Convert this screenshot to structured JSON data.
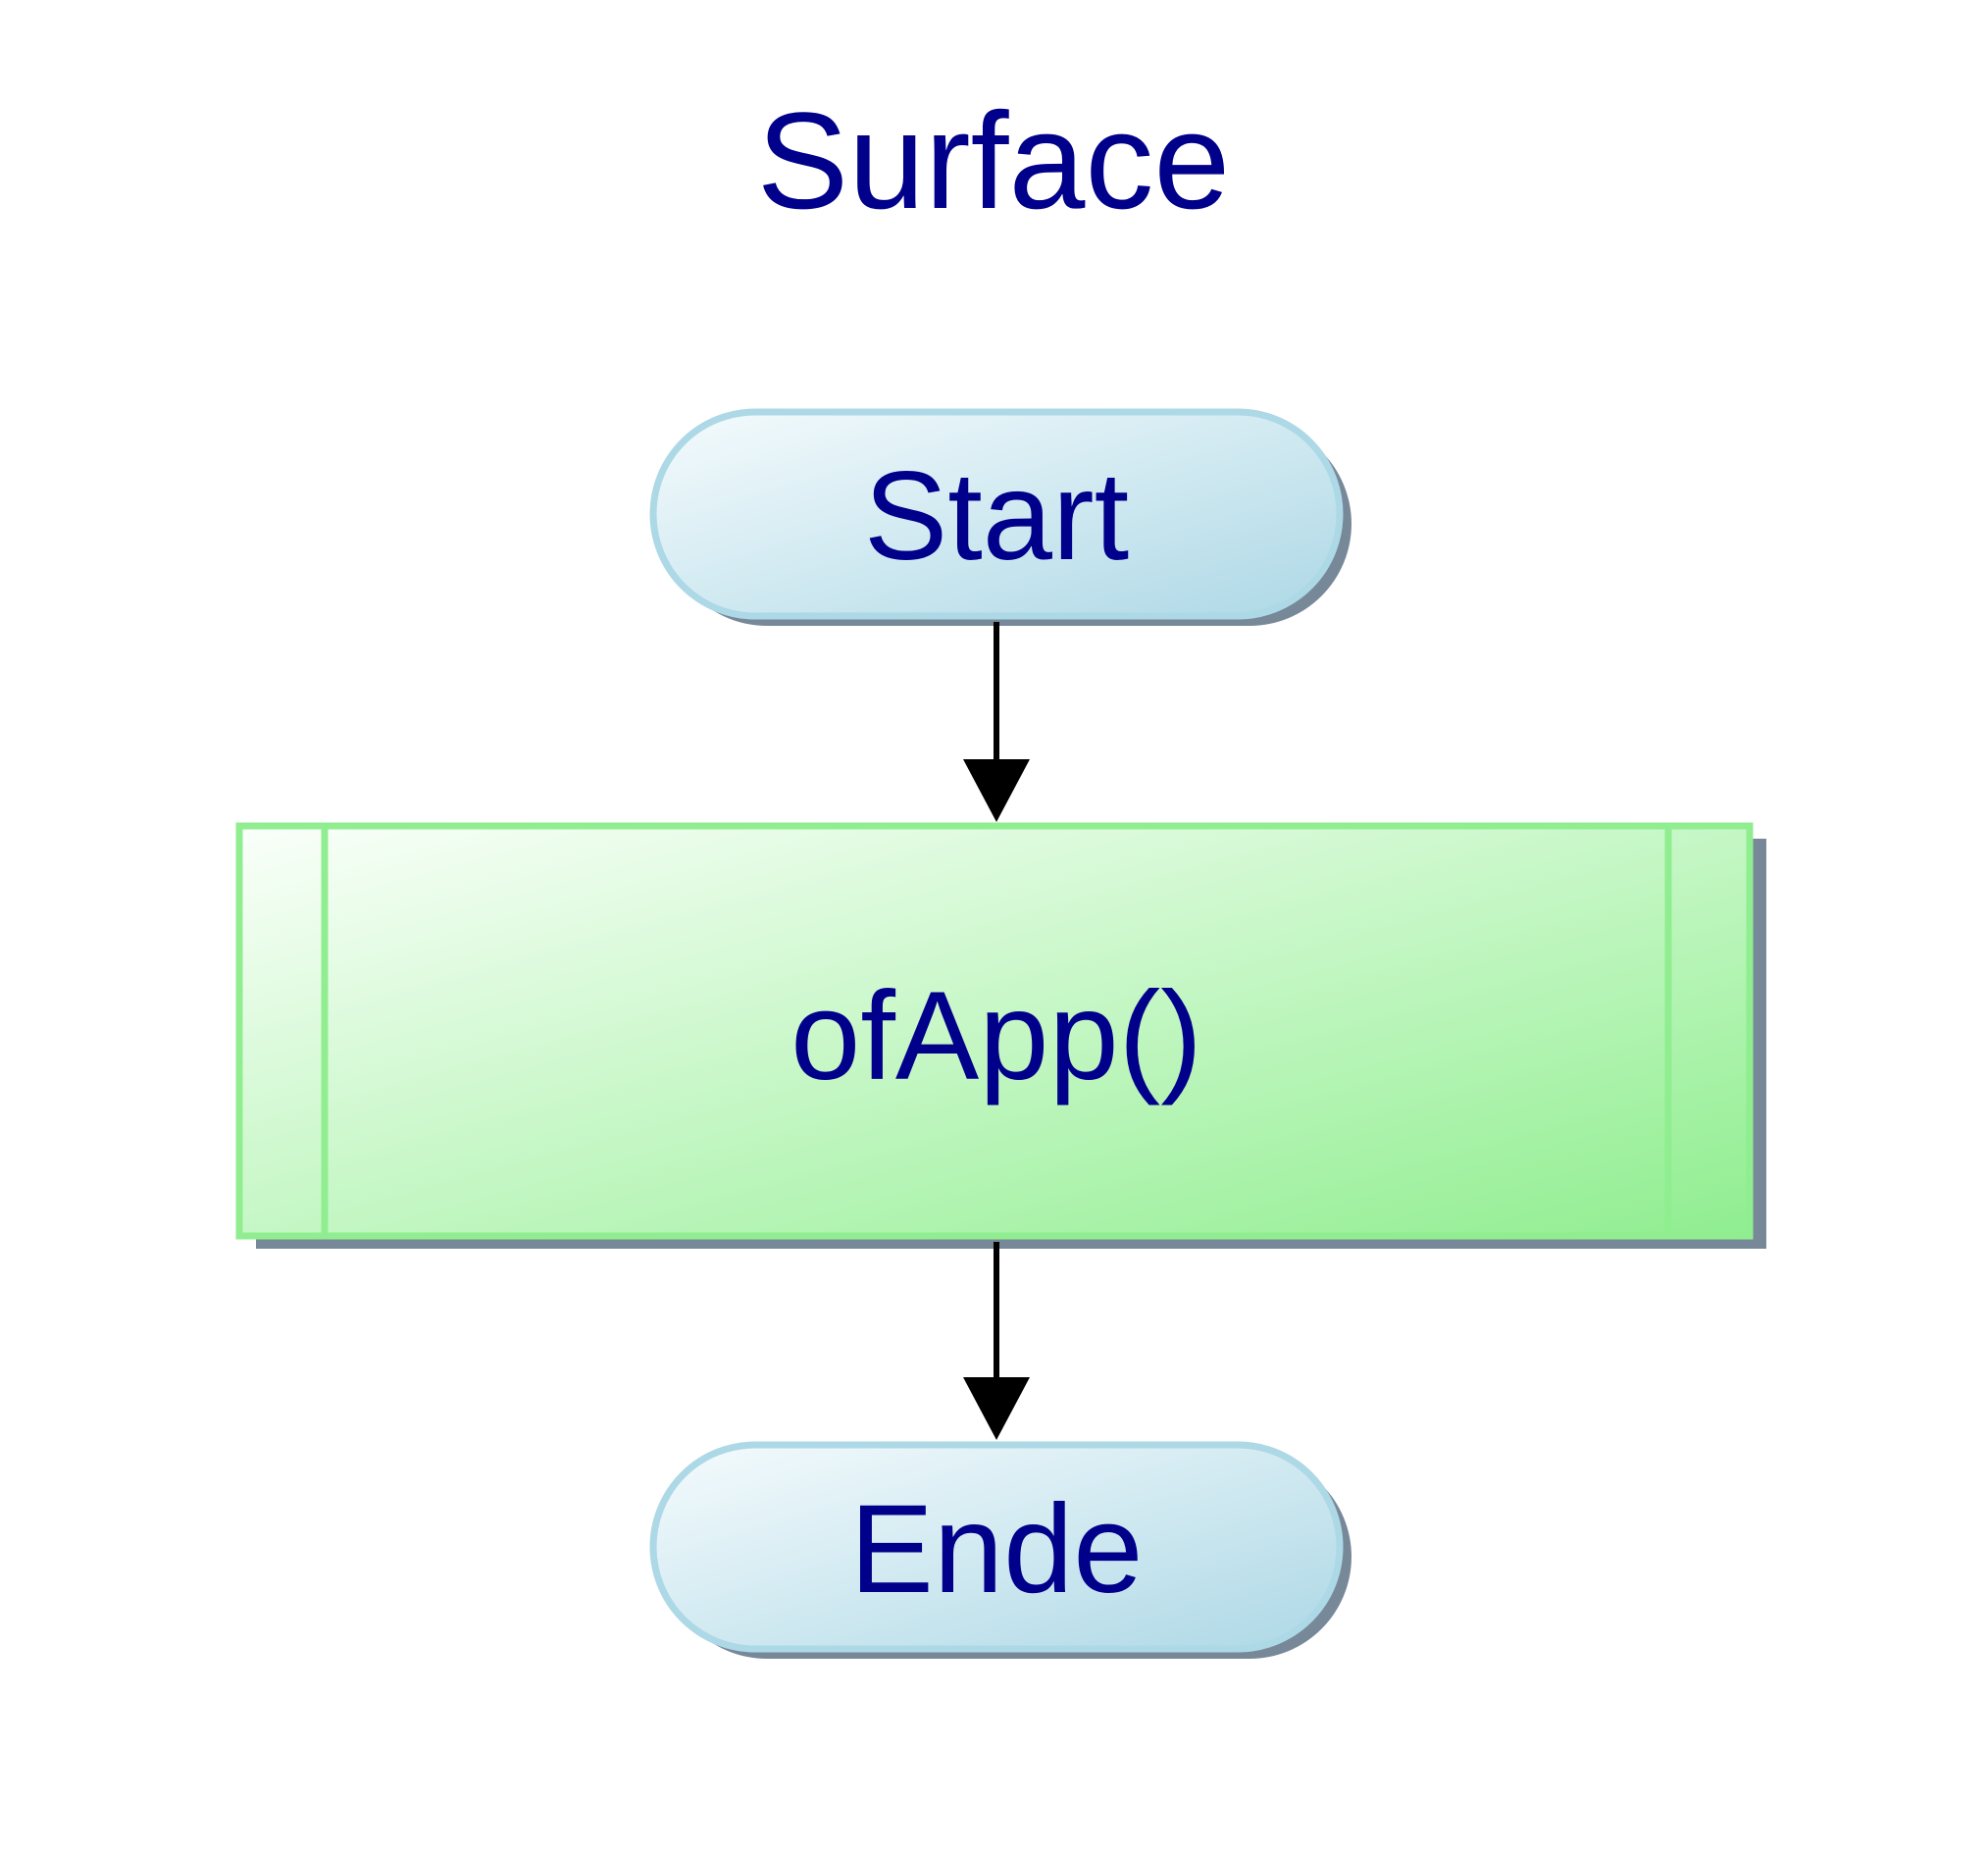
{
  "diagram": {
    "title": "Surface",
    "nodes": [
      {
        "id": "start",
        "type": "terminator",
        "label": "Start"
      },
      {
        "id": "process",
        "type": "predefined-process",
        "label": "ofApp()"
      },
      {
        "id": "end",
        "type": "terminator",
        "label": "Ende"
      }
    ],
    "edges": [
      {
        "from": "start",
        "to": "process"
      },
      {
        "from": "process",
        "to": "end"
      }
    ],
    "colors": {
      "text": "#00008b",
      "terminator_stroke": "#add8e6",
      "terminator_fill_light": "#f5fbfd",
      "terminator_fill_dark": "#add8e6",
      "process_stroke": "#90ee90",
      "process_fill_light": "#fafffa",
      "process_fill_dark": "#90ee90",
      "shadow": "#778899",
      "arrow": "#000000"
    }
  }
}
